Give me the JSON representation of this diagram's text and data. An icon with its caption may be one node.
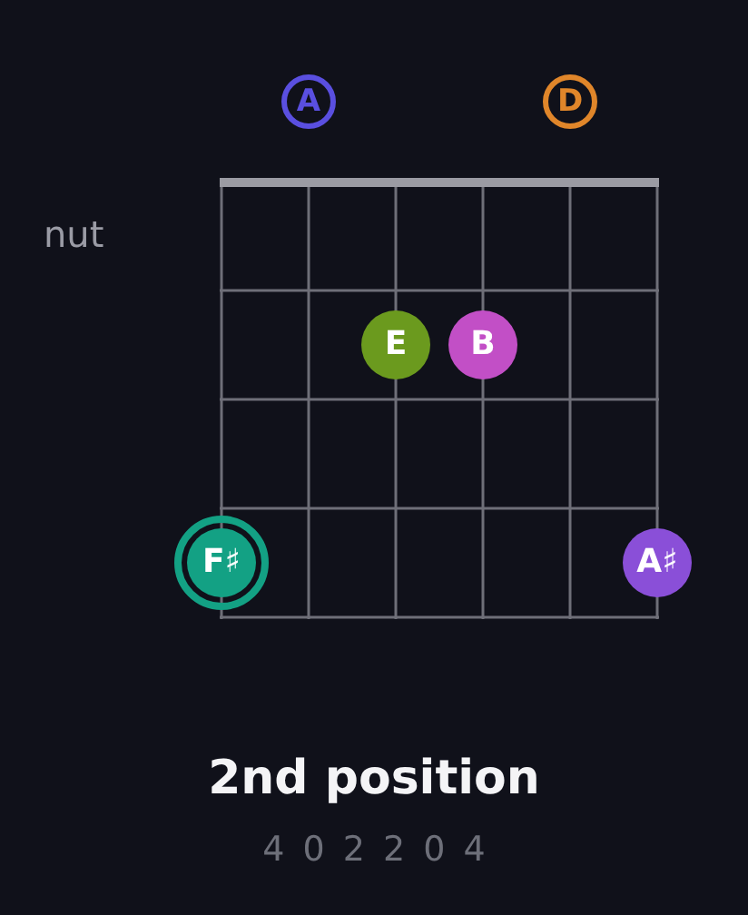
{
  "diagram": {
    "title": "2nd position",
    "nodes": [
      {
        "text": [
          "A"
        ]
      },
      {
        "text": [
          "D"
        ]
      },
      {
        "text": [
          "E"
        ]
      },
      {
        "text": [
          "B"
        ]
      },
      {
        "text": [
          "F♯"
        ]
      },
      {
        "text": [
          "A♯"
        ]
      }
    ],
    "labels": [
      "nut",
      "4 0 2 2 0 4"
    ]
  }
}
